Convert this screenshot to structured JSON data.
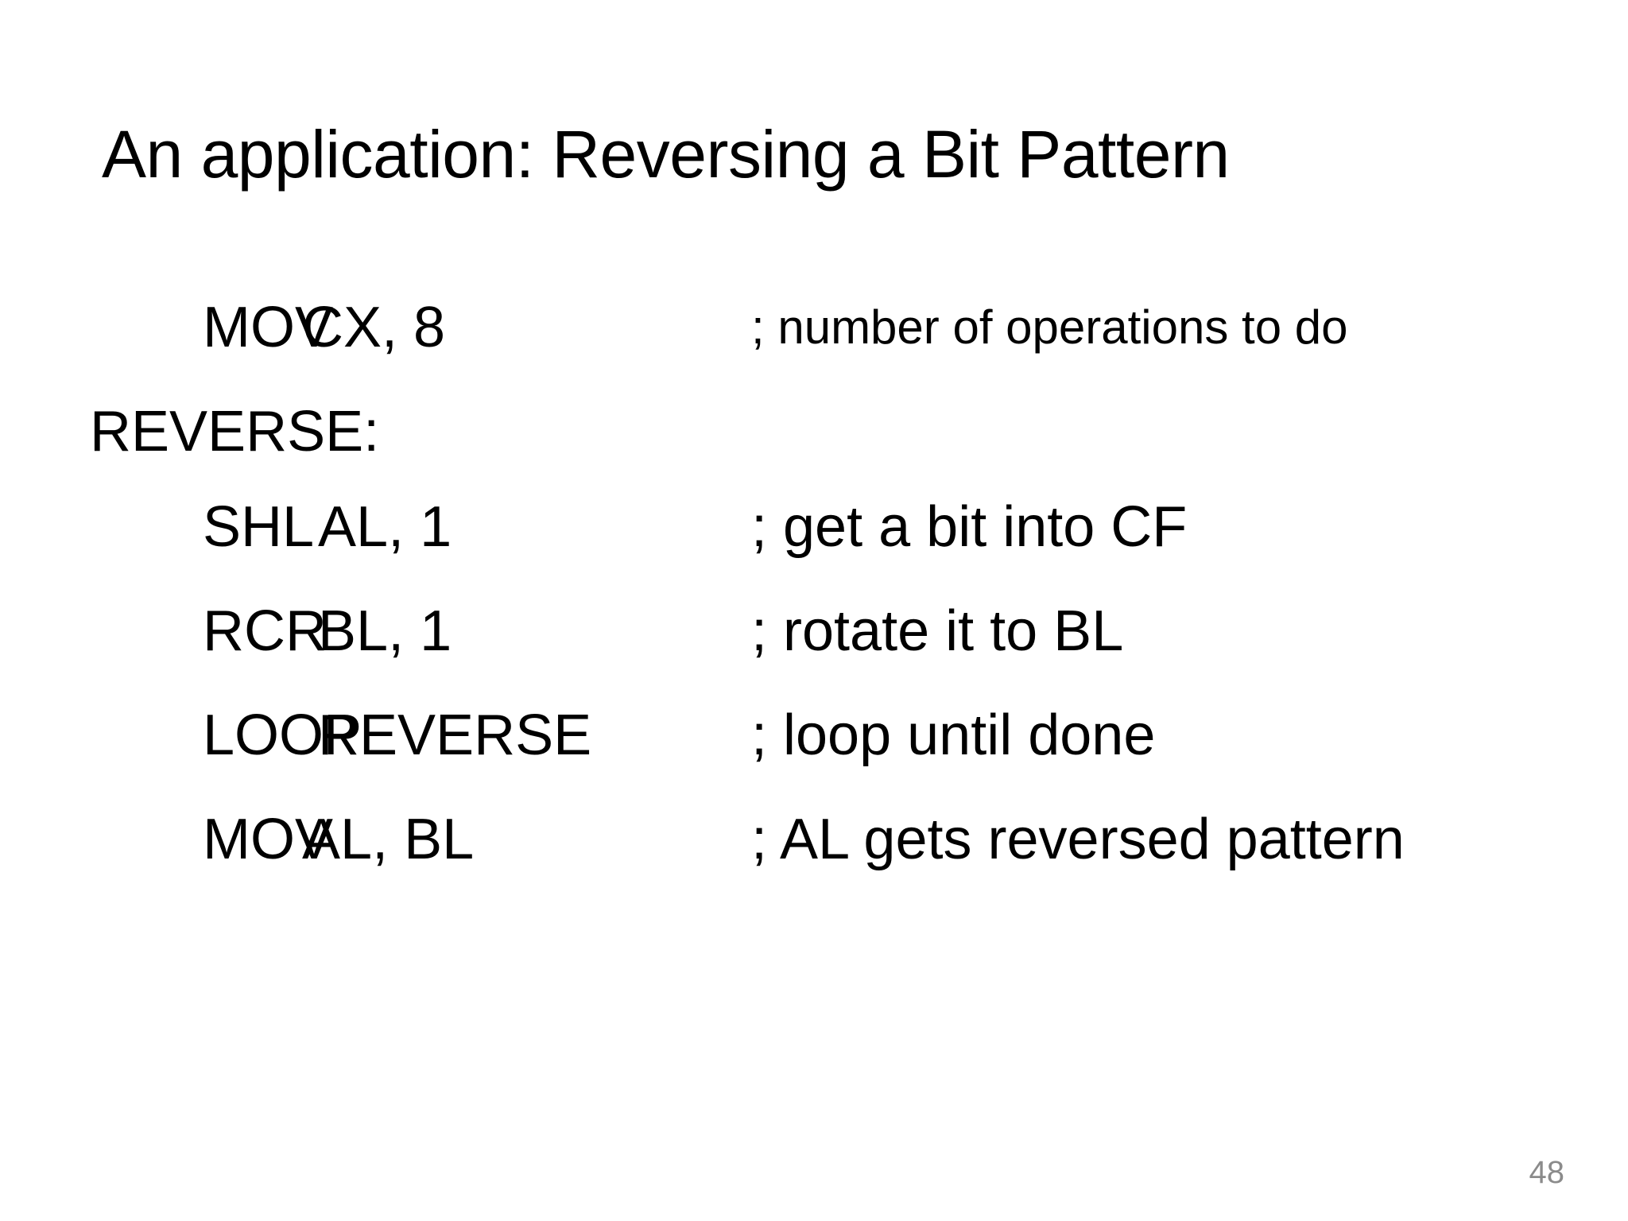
{
  "slide": {
    "title": "An application: Reversing a Bit Pattern",
    "page_number": "48",
    "background_color": "#ffffff",
    "text_color": "#000000",
    "page_number_color": "#8b8b8b"
  },
  "code": {
    "lines": [
      {
        "kind": "instruction",
        "mnemonic": "MOV",
        "operands": "CX, 8",
        "comment": "; number of operations to do"
      },
      {
        "kind": "label",
        "label": "REVERSE:"
      },
      {
        "kind": "instruction",
        "mnemonic": "SHL",
        "operands": "AL, 1",
        "comment": "; get a bit into CF"
      },
      {
        "kind": "instruction",
        "mnemonic": "RCR",
        "operands": "BL, 1",
        "comment": "; rotate it to BL"
      },
      {
        "kind": "instruction",
        "mnemonic": "LOOP",
        "operands": "REVERSE",
        "comment": "; loop until done"
      },
      {
        "kind": "instruction",
        "mnemonic": "MOV",
        "operands": "AL, BL",
        "comment": "; AL gets reversed pattern"
      }
    ]
  }
}
